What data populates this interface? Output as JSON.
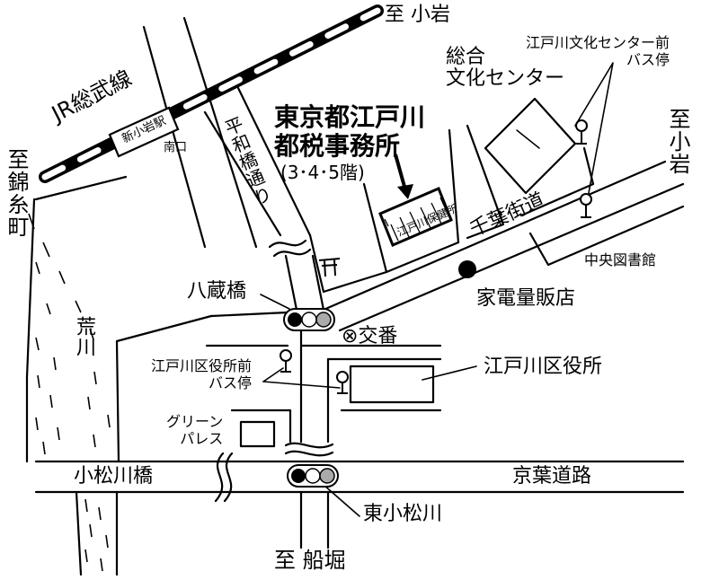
{
  "map": {
    "to_koiwa_top": "至 小岩",
    "to_koiwa_right": "至小岩",
    "to_kinshicho": "至錦糸町",
    "to_funabori": "至 船堀",
    "jr_line": "JR総武線",
    "shinkoiwa_station": "新小岩駅",
    "south_exit": "南口",
    "heiwabashi_dori": "平和橋通り",
    "tax_office_name": "東京都江戸川\n都税事務所",
    "tax_office_floors": "(3･4･5階)",
    "health_center": "江戸川保健所",
    "sogo_bunka_center": "総合\n文化センター",
    "bunka_center_bus_stop": "江戸川文化センター前\nバス停",
    "chiba_kaido": "千葉街道",
    "central_library": "中央図書館",
    "electronics_store": "家電量販店",
    "yagurabashi": "八蔵橋",
    "police_box": "⊗交番",
    "ward_office": "江戸川区役所",
    "ward_office_bus_stop": "江戸川区役所前\nバス停",
    "arakawa": "荒川",
    "green_palace": "グリーン\nパレス",
    "komatsugawa_bridge": "小松川橋",
    "keiyo_road": "京葉道路",
    "higashi_komatsugawa": "東小松川"
  }
}
